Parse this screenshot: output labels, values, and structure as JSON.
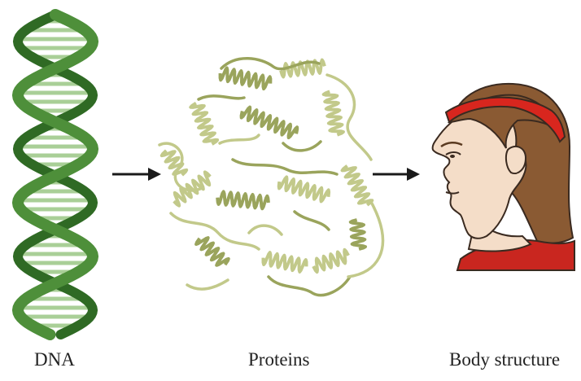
{
  "labels": {
    "dna": "DNA",
    "proteins": "Proteins",
    "body": "Body structure"
  },
  "colors": {
    "dna_strand": "#4e8f3a",
    "dna_strand_dark": "#2f6a24",
    "dna_rung": "#a9cf97",
    "protein": "#c2c98a",
    "protein_dark": "#9aa45c",
    "arrow": "#1a1a1a",
    "skin": "#f4ddc8",
    "hair": "#8a5a33",
    "headband": "#d8261e",
    "shirt": "#c9261f"
  },
  "icons": {
    "dna": "double-helix",
    "proteins": "ribbon-protein-structure",
    "body": "human-head-profile"
  }
}
